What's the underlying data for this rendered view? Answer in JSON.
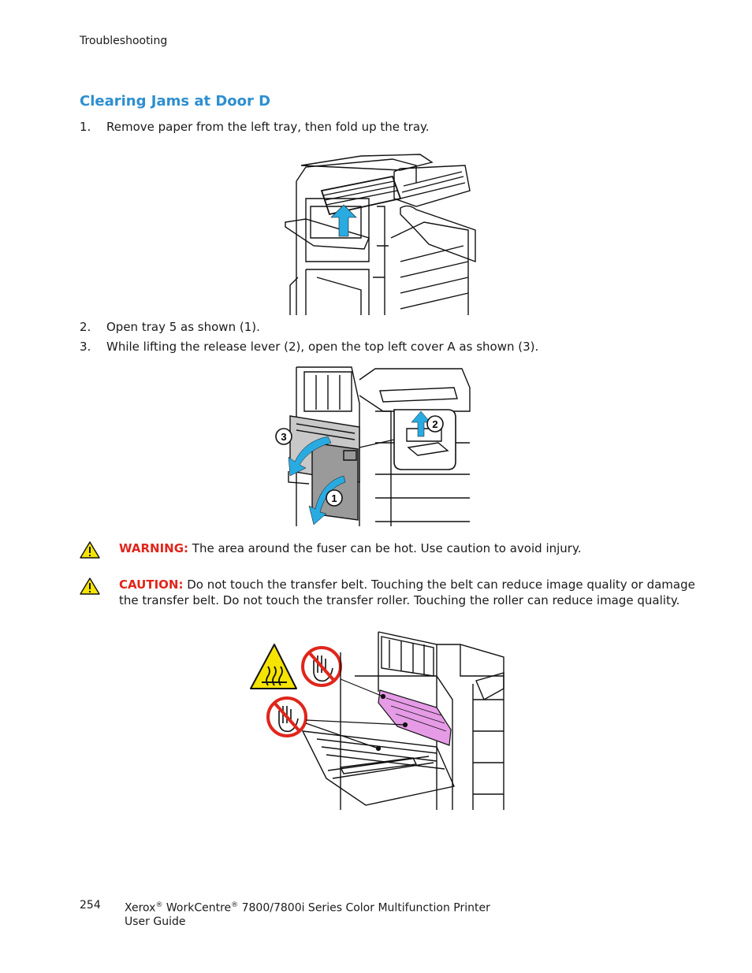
{
  "header": {
    "running_head": "Troubleshooting"
  },
  "section": {
    "title": "Clearing Jams at Door D"
  },
  "steps": [
    {
      "number": "1.",
      "text": "Remove paper from the left tray, then fold up the tray."
    },
    {
      "number": "2.",
      "text": "Open tray 5 as shown (1)."
    },
    {
      "number": "3.",
      "text": "While lifting the release lever (2), open the top left cover A as shown (3)."
    }
  ],
  "figure2": {
    "callouts": [
      "1",
      "2",
      "3"
    ]
  },
  "warning": {
    "label": "WARNING:",
    "text": " The area around the fuser can be hot. Use caution to avoid injury."
  },
  "caution": {
    "label": "CAUTION:",
    "text": " Do not touch the transfer belt. Touching the belt can reduce image quality or damage the transfer belt. Do not touch the transfer roller. Touching the roller can reduce image quality."
  },
  "footer": {
    "page_number": "254",
    "brand": "Xerox",
    "reg": "®",
    "product": " WorkCentre",
    "reg2": "®",
    "model": " 7800/7800i Series Color Multifunction Printer",
    "guide": "User Guide"
  },
  "colors": {
    "accent": "#2d8fd0",
    "warning_red": "#e0261b",
    "arrow_blue": "#29abe2",
    "fuser_pink": "#e69be6",
    "hot_yellow": "#f5e400"
  }
}
